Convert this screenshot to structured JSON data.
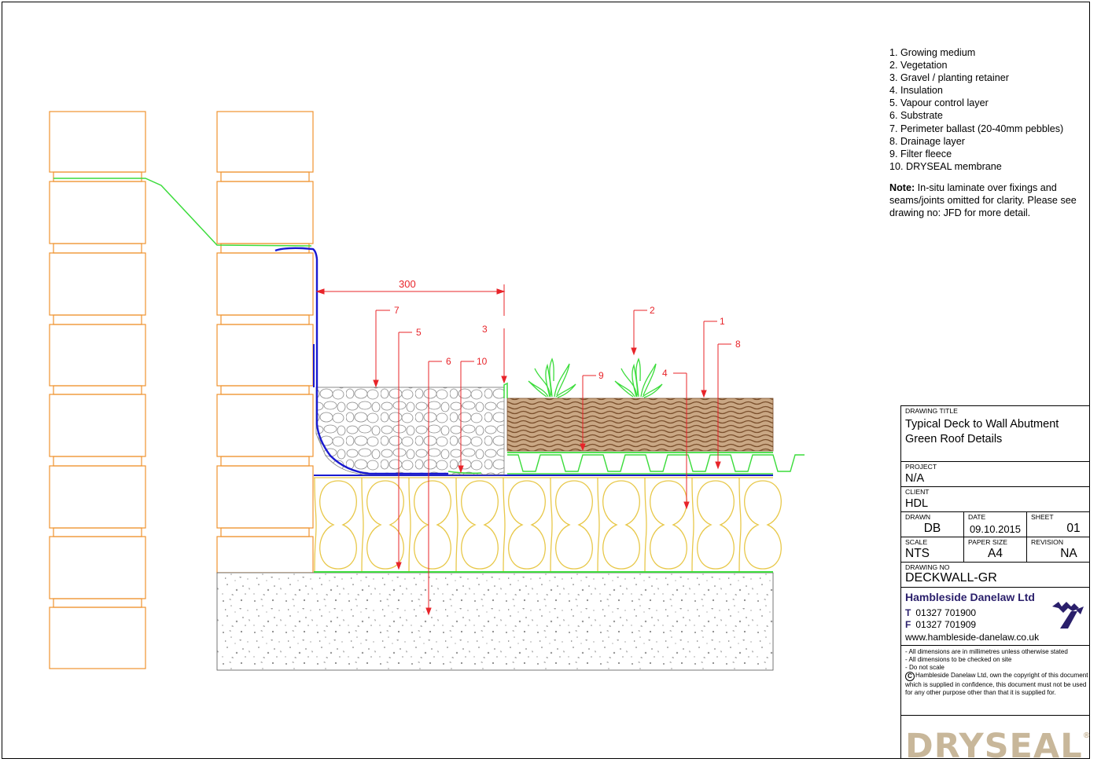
{
  "legend": {
    "items": [
      "1. Growing medium",
      "2. Vegetation",
      "3. Gravel / planting retainer",
      "4. Insulation",
      "5. Vapour control layer",
      "6. Substrate",
      "7. Perimeter ballast (20-40mm pebbles)",
      "8. Drainage layer",
      "9. Filter fleece",
      "10. DRYSEAL membrane"
    ],
    "note_label": "Note:",
    "note_text": " In-situ laminate over fixings and seams/joints omitted for clarity. Please see drawing no: JFD for more detail."
  },
  "drawing": {
    "dimension": "300",
    "callouts": [
      "1",
      "2",
      "3",
      "4",
      "5",
      "6",
      "7",
      "8",
      "9",
      "10"
    ]
  },
  "titleblock": {
    "drawing_title_caption": "DRAWING TITLE",
    "drawing_title_line1": "Typical Deck to Wall Abutment",
    "drawing_title_line2": "Green Roof Details",
    "project_caption": "PROJECT",
    "project": "N/A",
    "client_caption": "CLIENT",
    "client": "HDL",
    "drawn_caption": "DRAWN",
    "drawn": "DB",
    "date_caption": "DATE",
    "date": "09.10.2015",
    "sheet_caption": "SHEET",
    "sheet": "01",
    "scale_caption": "SCALE",
    "scale": "NTS",
    "paper_caption": "PAPER SIZE",
    "paper": "A4",
    "revision_caption": "REVISION",
    "revision": "NA",
    "drawing_no_caption": "DRAWING NO",
    "drawing_no": "DECKWALL-GR"
  },
  "company": {
    "name": "Hambleside Danelaw Ltd",
    "tel_label": "T",
    "tel": "01327 701900",
    "fax_label": "F",
    "fax": "01327 701909",
    "web": "www.hambleside-danelaw.co.uk"
  },
  "notes": {
    "n1": "- All dimensions are in millimetres unless otherwise stated",
    "n2": "- All dimensions to be checked on site",
    "n3": "- Do not scale",
    "copyright_symbol": "C",
    "copyright": "Hambleside Danelaw Ltd, own the copyright of this document which is supplied in confidence, this document must not be used for any other purpose other than that it is supplied for."
  },
  "brand": {
    "name": "DRYSEAL",
    "reg": "®"
  },
  "colors": {
    "brick": "#f0932e",
    "green": "#3cdc3c",
    "membrane": "#1a1ad0",
    "insulation": "#e8c84a",
    "callout": "#e8242a",
    "gravel": "#999999",
    "medium": "#a07a56",
    "company": "#2a1f6b",
    "brand": "#c8b79a"
  }
}
